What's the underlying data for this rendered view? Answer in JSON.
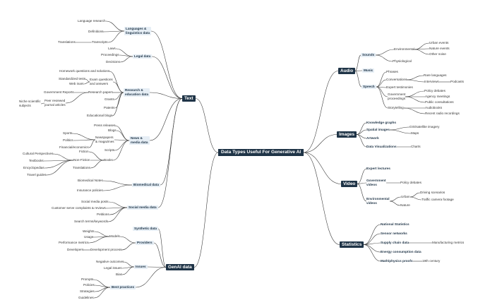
{
  "root": "Data Types Useful For Generative AI",
  "hubs": {
    "text": "Text",
    "genai": "GenAI data",
    "audio": "Audio",
    "images": "Images",
    "video": "Video",
    "statistics": "Statistics"
  },
  "cats": {
    "languages": [
      "Languages &",
      "linguistics data"
    ],
    "legal": "Legal data",
    "research": [
      "Research &",
      "education data"
    ],
    "news": [
      "News &",
      "media data"
    ],
    "biomedical": "Biomedical data",
    "social": "Social media data",
    "synthetic": "Synthetic data",
    "providers": "Providers",
    "issues": "Issues",
    "best": "Best practices",
    "sounds": "Sounds",
    "music": "Music",
    "speech": "Speech",
    "kg": "Knowledge graphs",
    "spatial": "Spatial images",
    "artwork": "Artwork",
    "dataviz": "Data Visualizations",
    "expert": "Expert lectures",
    "govvideos": [
      "Government",
      "videos"
    ],
    "envvideos": [
      "Environmental",
      "videos"
    ],
    "natstats": "National Statistics",
    "sensor": "Sensor networks",
    "supply": "Supply chain data",
    "energy": "Energy consumption data",
    "math": "Math/physics proofs"
  },
  "leaves": {
    "langResearch": "Language research",
    "definitions": "Definitions",
    "transcripts": "Transcripts",
    "translations1": "Translations",
    "laws": "Laws",
    "proceedings": "Proceedings",
    "decisions": "Decisions",
    "homework": "Homework questions and solutions",
    "examq": [
      "Exam questions",
      "and answers"
    ],
    "standardized": "Standardized tests",
    "webinars": "Web inars",
    "researchPapers": "Research papers",
    "govReports": "Government Reports",
    "peerReviewed": [
      "Peer reviewed",
      "journal articles"
    ],
    "niche": [
      "Niche scientific",
      "subjects"
    ],
    "grants": "Grants",
    "patents": "Patents",
    "eduBlogs": "Educational blogs",
    "pressReleases": "Press releases",
    "blogs": "Blogs",
    "newspapers": [
      "Newspapers",
      "& magazines"
    ],
    "sports": "Sports",
    "politics": "Politics",
    "finance": "Financial/economics",
    "scripts": "Scripts",
    "fiction": "Fiction",
    "books": "Books",
    "nonfiction": "Non-Fiction",
    "cultural": "Cultural Perspectives",
    "textbooks": "Textbooks",
    "encyclopedias": "Encyclopedias",
    "travelguides": "Travel guides",
    "translations2": "Translations",
    "bioNotes": "Biomedical Notes",
    "insurance": "Insurance policies",
    "socialPosts": "Social media posts",
    "complaints": "Customer serve complaints & reviews",
    "petitions": "Petitions",
    "searchTerms": "Search terms/keywords",
    "weights": "Weights",
    "usage": "Usage",
    "models": "Models",
    "perfMetrics": "Performance metrics",
    "developers": "Developers",
    "devProcess": "Development process",
    "negOutcomes": "Negative outcomes",
    "legalIssues": "Legal issues",
    "bias": "Bias",
    "prompts": "Prompts",
    "policies": "Policies",
    "strategies": "Strategies",
    "guidelines": "Guidelines",
    "environmental": "Environmental",
    "urban": "Urban events",
    "nature": "Nature events",
    "otherNoise": "Other noise",
    "physiological": "Physiological",
    "phrases": "Phrases",
    "conversations": "Conversations",
    "rareLang": "Rare languages",
    "interviews": "Interviews",
    "podcasts": "Podcasts",
    "expertTest": "Expert testimonies",
    "govProceedings": [
      "Government",
      "proceedings"
    ],
    "policyDebates1": "Policy debates",
    "agencyMeetings": "Agency meetings",
    "publicConsult": "Public consultations",
    "storytelling": "Storytelling",
    "audiobooks": "Audiobooks",
    "radio": "Recent radio recordings",
    "gis": "GIS/satellite imagery",
    "maps": "Maps",
    "charts": "Charts",
    "policyDebates2": "Policy debates",
    "urbanV": "Urban",
    "nature2": "Nature",
    "driving": "Driving scenarios",
    "traffic": "Traffic camera footage",
    "manufacturing": "Manufacturing metrics",
    "century": "19th century"
  },
  "colors": {
    "hub": "#1f3447",
    "line": "#3a3a3a",
    "catText": "#1f3447"
  }
}
